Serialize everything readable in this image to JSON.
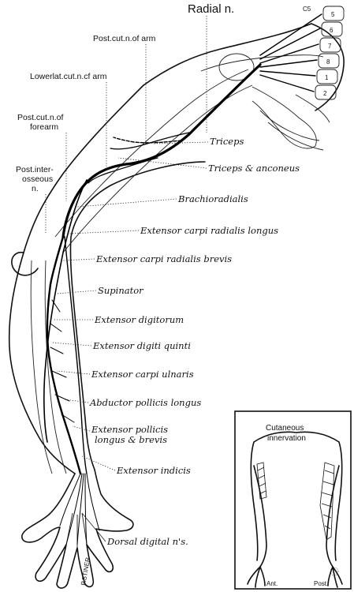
{
  "title": "Radial n.",
  "vertebrae": {
    "c5": "C5",
    "labels": [
      "5",
      "6",
      "7",
      "8",
      "1",
      "2"
    ]
  },
  "top_labels": {
    "post_cut_arm": "Post.cut.n.of arm",
    "lower_lat_cut": "Lowerlat.cut.n.cf arm",
    "post_cut_forearm_1": "Post.cut.n.of",
    "post_cut_forearm_2": "forearm",
    "post_interosseous_1": "Post.inter-",
    "post_interosseous_2": "osseous",
    "post_interosseous_3": "n."
  },
  "muscle_labels": {
    "triceps": "Triceps",
    "triceps_anconeus": "Triceps & anconeus",
    "brachioradialis": "Brachioradialis",
    "ecrl": "Extensor carpi radialis longus",
    "ecrb": "Extensor carpi radialis brevis",
    "supinator": "Supinator",
    "ext_digitorum": "Extensor digitorum",
    "ext_digiti_quinti": "Extensor digiti quinti",
    "ext_carpi_ulnaris": "Extensor carpi ulnaris",
    "abd_poll_longus": "Abductor pollicis longus",
    "ext_poll_1": "Extensor pollicis",
    "ext_poll_2": "longus & brevis",
    "ext_indicis": "Extensor indicis",
    "dorsal_digital": "Dorsal digital n's."
  },
  "signature": "P.STINER",
  "inset": {
    "title_1": "Cutaneous",
    "title_2": "innervation",
    "ant": "Ant.",
    "post": "Post."
  }
}
